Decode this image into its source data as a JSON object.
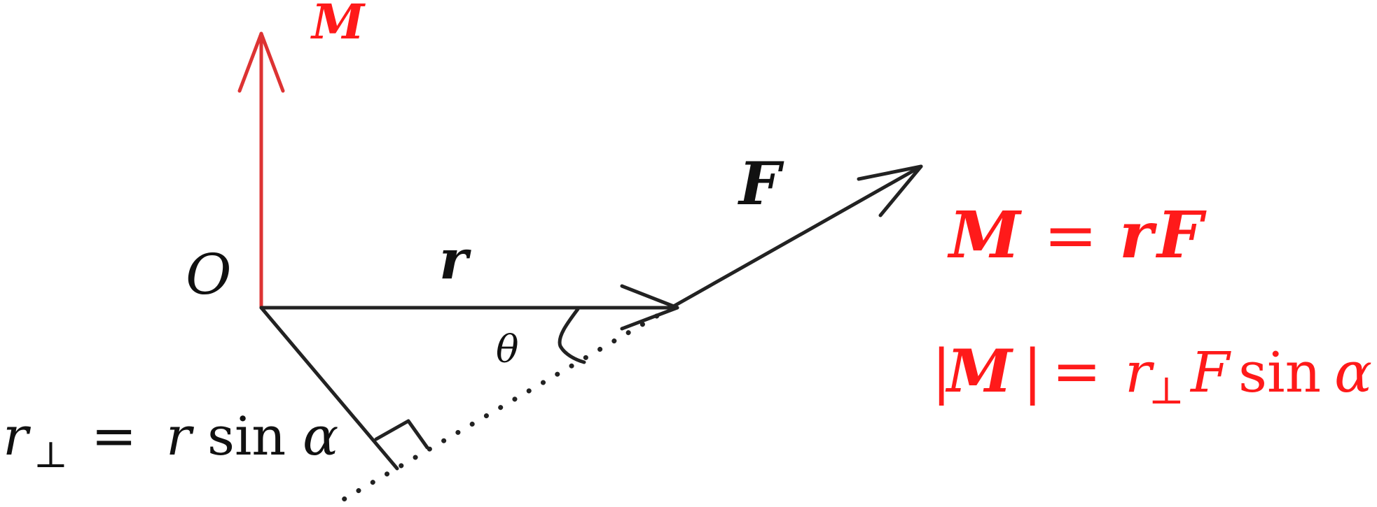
{
  "colors": {
    "ink": "#222222",
    "accent": "#dd3333",
    "accent_text": "#ff1a1a"
  },
  "labels": {
    "moment_vector": "M",
    "force_vector": "F",
    "position_vector": "r",
    "origin": "O",
    "angle": "θ"
  },
  "formula_perp": {
    "lhs_var": "r",
    "lhs_sub": "⊥",
    "eq": "=",
    "rhs_var": "r",
    "func": "sin",
    "arg": "α"
  },
  "formula_moment": {
    "lhs": "M",
    "eq": "=",
    "rhs_r": "r",
    "rhs_f": "F"
  },
  "formula_magnitude": {
    "bar_left": "|",
    "var_m": "M",
    "bar_right": "|",
    "eq": "=",
    "var_r": "r",
    "sub_perp": "⊥",
    "var_f": "F",
    "func": "sin",
    "arg": "α"
  },
  "icons": {
    "arrowheads": "open-v-arrowhead",
    "right_angle": "right-angle-marker",
    "angle_arc": "curved-arc"
  }
}
